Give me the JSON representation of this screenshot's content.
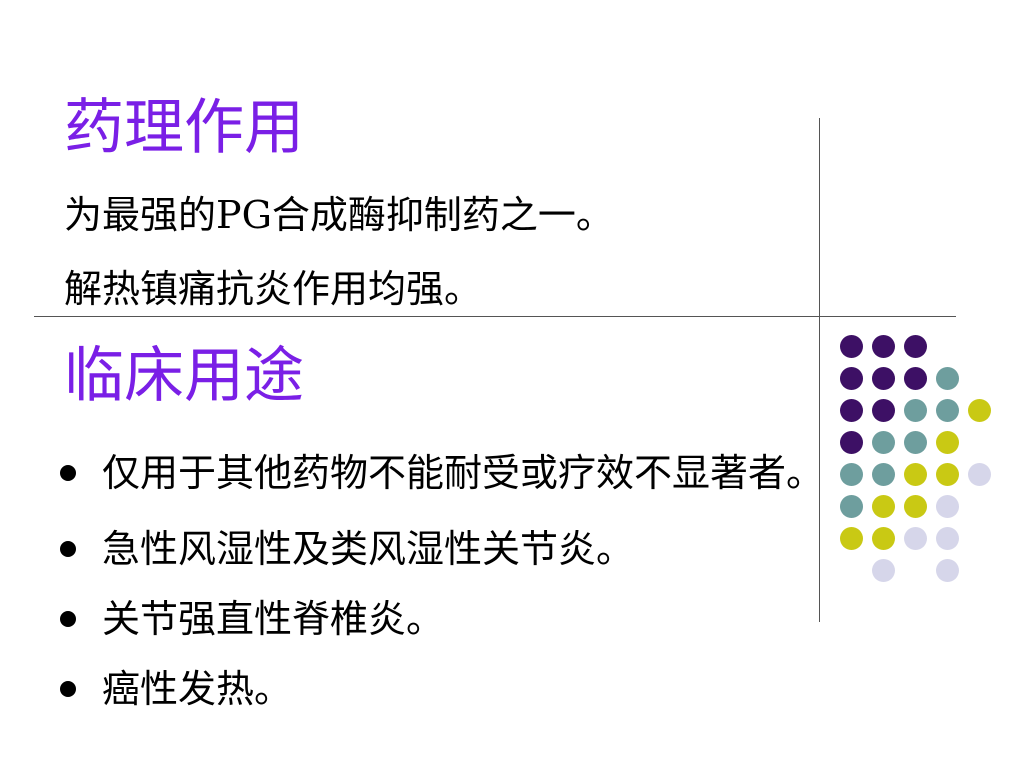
{
  "slide": {
    "section1": {
      "title": "药理作用",
      "lines": [
        "为最强的PG合成酶抑制药之一。",
        "解热镇痛抗炎作用均强。"
      ]
    },
    "section2": {
      "title": "临床用途",
      "bullets": [
        "仅用于其他药物不能耐受或疗效不显著者。",
        "急性风湿性及类风湿性关节炎。",
        "关节强直性脊椎炎。",
        "癌性发热。"
      ]
    }
  },
  "decoration": {
    "colors": {
      "title": "#7a1fe6",
      "dot_purple": "#3d1065",
      "dot_teal": "#6e9e9e",
      "dot_yellow": "#c9c914",
      "dot_lavender": "#d6d6ea"
    }
  }
}
